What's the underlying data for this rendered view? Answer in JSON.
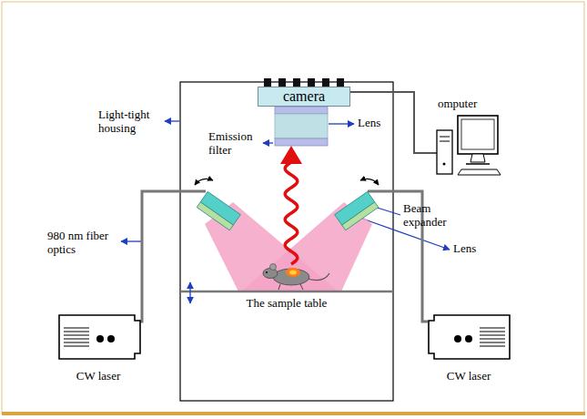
{
  "diagram": {
    "nodes": [
      {
        "text": [
          "camera"
        ]
      },
      {
        "text": [
          "CW laser"
        ]
      },
      {
        "text": [
          "CW laser"
        ]
      }
    ],
    "labels": [
      "Light-tight housing",
      "Lens",
      "omputer",
      "Emission filter",
      "Beam expander",
      "Lens",
      "980 nm fiber optics",
      "The sample table"
    ]
  }
}
